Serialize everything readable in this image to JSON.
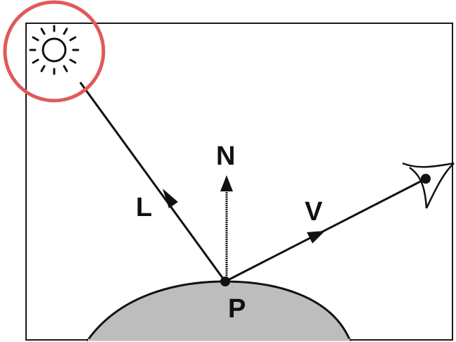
{
  "diagram": {
    "labels": {
      "light_vector": "L",
      "normal_vector": "N",
      "view_vector": "V",
      "surface_point": "P"
    },
    "icons": {
      "light_source": "sun-icon",
      "viewer": "eye-icon"
    },
    "colors": {
      "background": "#ffffff",
      "frame": "#1a1a1a",
      "surface_fill": "#bdbdbd",
      "stroke": "#111111",
      "highlight_circle": "#e05a5a"
    }
  }
}
